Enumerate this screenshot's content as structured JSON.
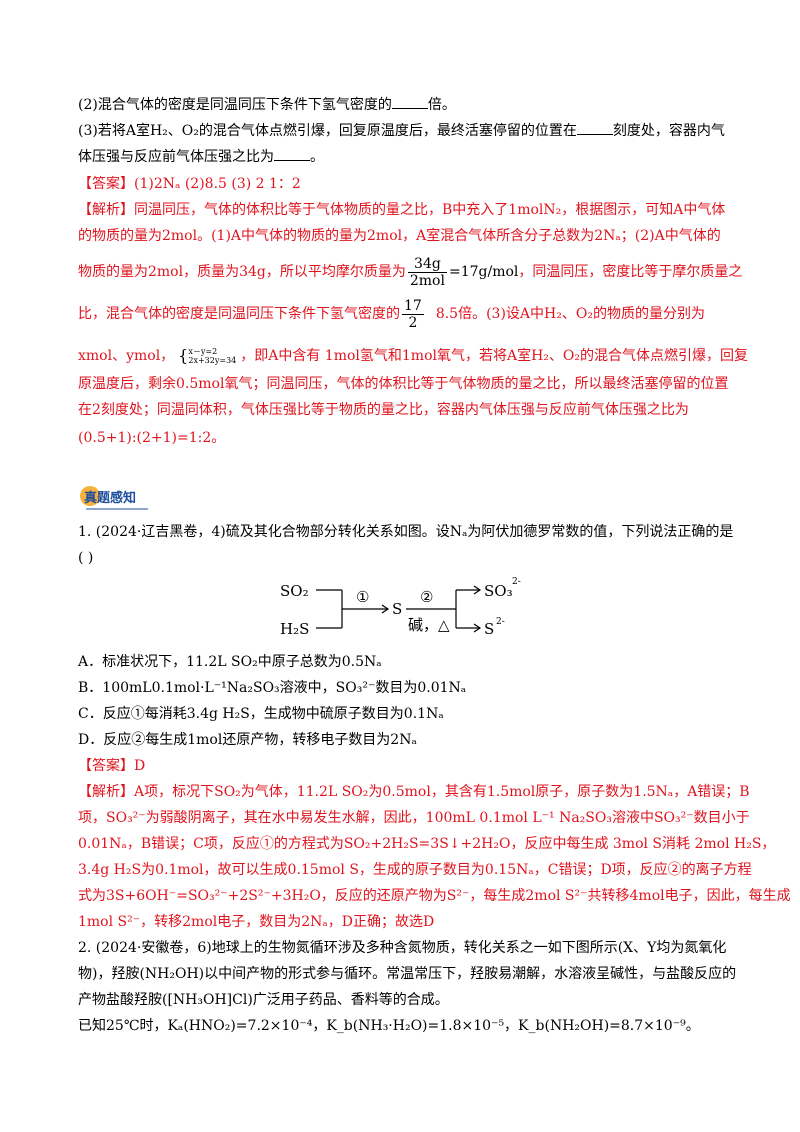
{
  "q_prev": {
    "line2": "(2)混合气体的密度是同温同压下条件下氢气密度的",
    "line2_end": "倍。",
    "line3_a": "(3)若将A室H₂、O₂的混合气体点燃引爆，回复原温度后，最终活塞停留的位置在",
    "line3_b": "刻度处，容器内气",
    "line4_a": "体压强与反应前气体压强之比为",
    "line4_end": "。"
  },
  "answer1": {
    "text": "【答案】(1)2Nₐ    (2)8.5        (3) 2        1：2"
  },
  "analysis1": {
    "l1": "【解析】同温同压，气体的体积比等于气体物质的量之比，B中充入了1molN₂，根据图示，可知A中气体",
    "l2": "的物质的量为2mol。(1)A中气体的物质的量为2mol，A室混合气体所含分子总数为2Nₐ；(2)A中气体的",
    "l3_a": "物质的量为2mol，质量为34g，所以平均摩尔质量为",
    "l3_num": "34g",
    "l3_den": "2mol",
    "l3_eq": "=17g/mol",
    "l3_b": "，同温同压，密度比等于摩尔质量之",
    "l4_a": "比，混合气体的密度是同温同压下条件下氢气密度的",
    "l4_num": "17",
    "l4_den": "2",
    "l4_b": "8.5倍。(3)设A中H₂、O₂的物质的量分别为",
    "l5_a": "xmol、ymol，",
    "l5_sys1": "x－y=2",
    "l5_sys2": "2x+32y=34",
    "l5_b": "，即A中含有 1mol氢气和1mol氧气，若将A室H₂、O₂的混合气体点燃引爆，回复",
    "l6": "原温度后，剩余0.5mol氧气；同温同压，气体的体积比等于气体物质的量之比，所以最终活塞停留的位置",
    "l7": "在2刻度处；同温同体积，气体压强比等于物质的量之比，容器内气体压强与反应前气体压强之比为",
    "l8": "(0.5+1):(2+1)=1:2。"
  },
  "badge": {
    "text": "真题感知",
    "color": "#1f4e9e",
    "accent": "#f4b23c"
  },
  "q1": {
    "stem1": "1. (2024·辽吉黑卷，4)硫及其化合物部分转化关系如图。设Nₐ为阿伏加德罗常数的值，下列说法正确的是",
    "stem2": "(      )",
    "diagram": {
      "so2": "SO₂",
      "h2s": "H₂S",
      "step1": "①",
      "s": "S",
      "step2": "②",
      "cond": "碱，△",
      "so3": "SO₃",
      "so3_charge": "2-",
      "s2": "S",
      "s2_charge": "2-"
    },
    "opt_a": "A．标准状况下，11.2L SO₂中原子总数为0.5Nₐ",
    "opt_b": "B．100mL0.1mol·L⁻¹Na₂SO₃溶液中，SO₃²⁻数目为0.01Nₐ",
    "opt_c": "C．反应①每消耗3.4g H₂S，生成物中硫原子数目为0.1Nₐ",
    "opt_d": "D．反应②每生成1mol还原产物，转移电子数目为2Nₐ"
  },
  "answer2": {
    "text": "【答案】D"
  },
  "analysis2": {
    "l1": "【解析】A项，标况下SO₂为气体，11.2L SO₂为0.5mol，其含有1.5mol原子，原子数为1.5Nₐ，A错误；B",
    "l2": "项，SO₃²⁻为弱酸阴离子，其在水中易发生水解，因此，100mL 0.1mol L⁻¹ Na₂SO₃溶液中SO₃²⁻数目小于",
    "l3": "0.01Nₐ，B错误；C项，反应①的方程式为SO₂+2H₂S=3S↓+2H₂O，反应中每生成 3mol S消耗 2mol H₂S，",
    "l4": "3.4g H₂S为0.1mol，故可以生成0.15mol S，生成的原子数目为0.15Nₐ，C错误；D项，反应②的离子方程",
    "l5": "式为3S+6OH⁻=SO₃²⁻+2S²⁻+3H₂O，反应的还原产物为S²⁻，每生成2mol S²⁻共转移4mol电子，因此，每生成",
    "l6": "1mol S²⁻，转移2mol电子，数目为2Nₐ，D正确；故选D"
  },
  "q2": {
    "l1": "2. (2024·安徽卷，6)地球上的生物氮循环涉及多种含氮物质，转化关系之一如下图所示(X、Y均为氮氧化",
    "l2": "物)，羟胺(NH₂OH)以中间产物的形式参与循环。常温常压下，羟胺易潮解，水溶液呈碱性，与盐酸反应的",
    "l3": "产物盐酸羟胺([NH₃OH]Cl)广泛用子药品、香料等的合成。",
    "l4": "已知25℃时，Kₐ(HNO₂)=7.2×10⁻⁴，K_b(NH₃·H₂O)=1.8×10⁻⁵，K_b(NH₂OH)=8.7×10⁻⁹。"
  }
}
